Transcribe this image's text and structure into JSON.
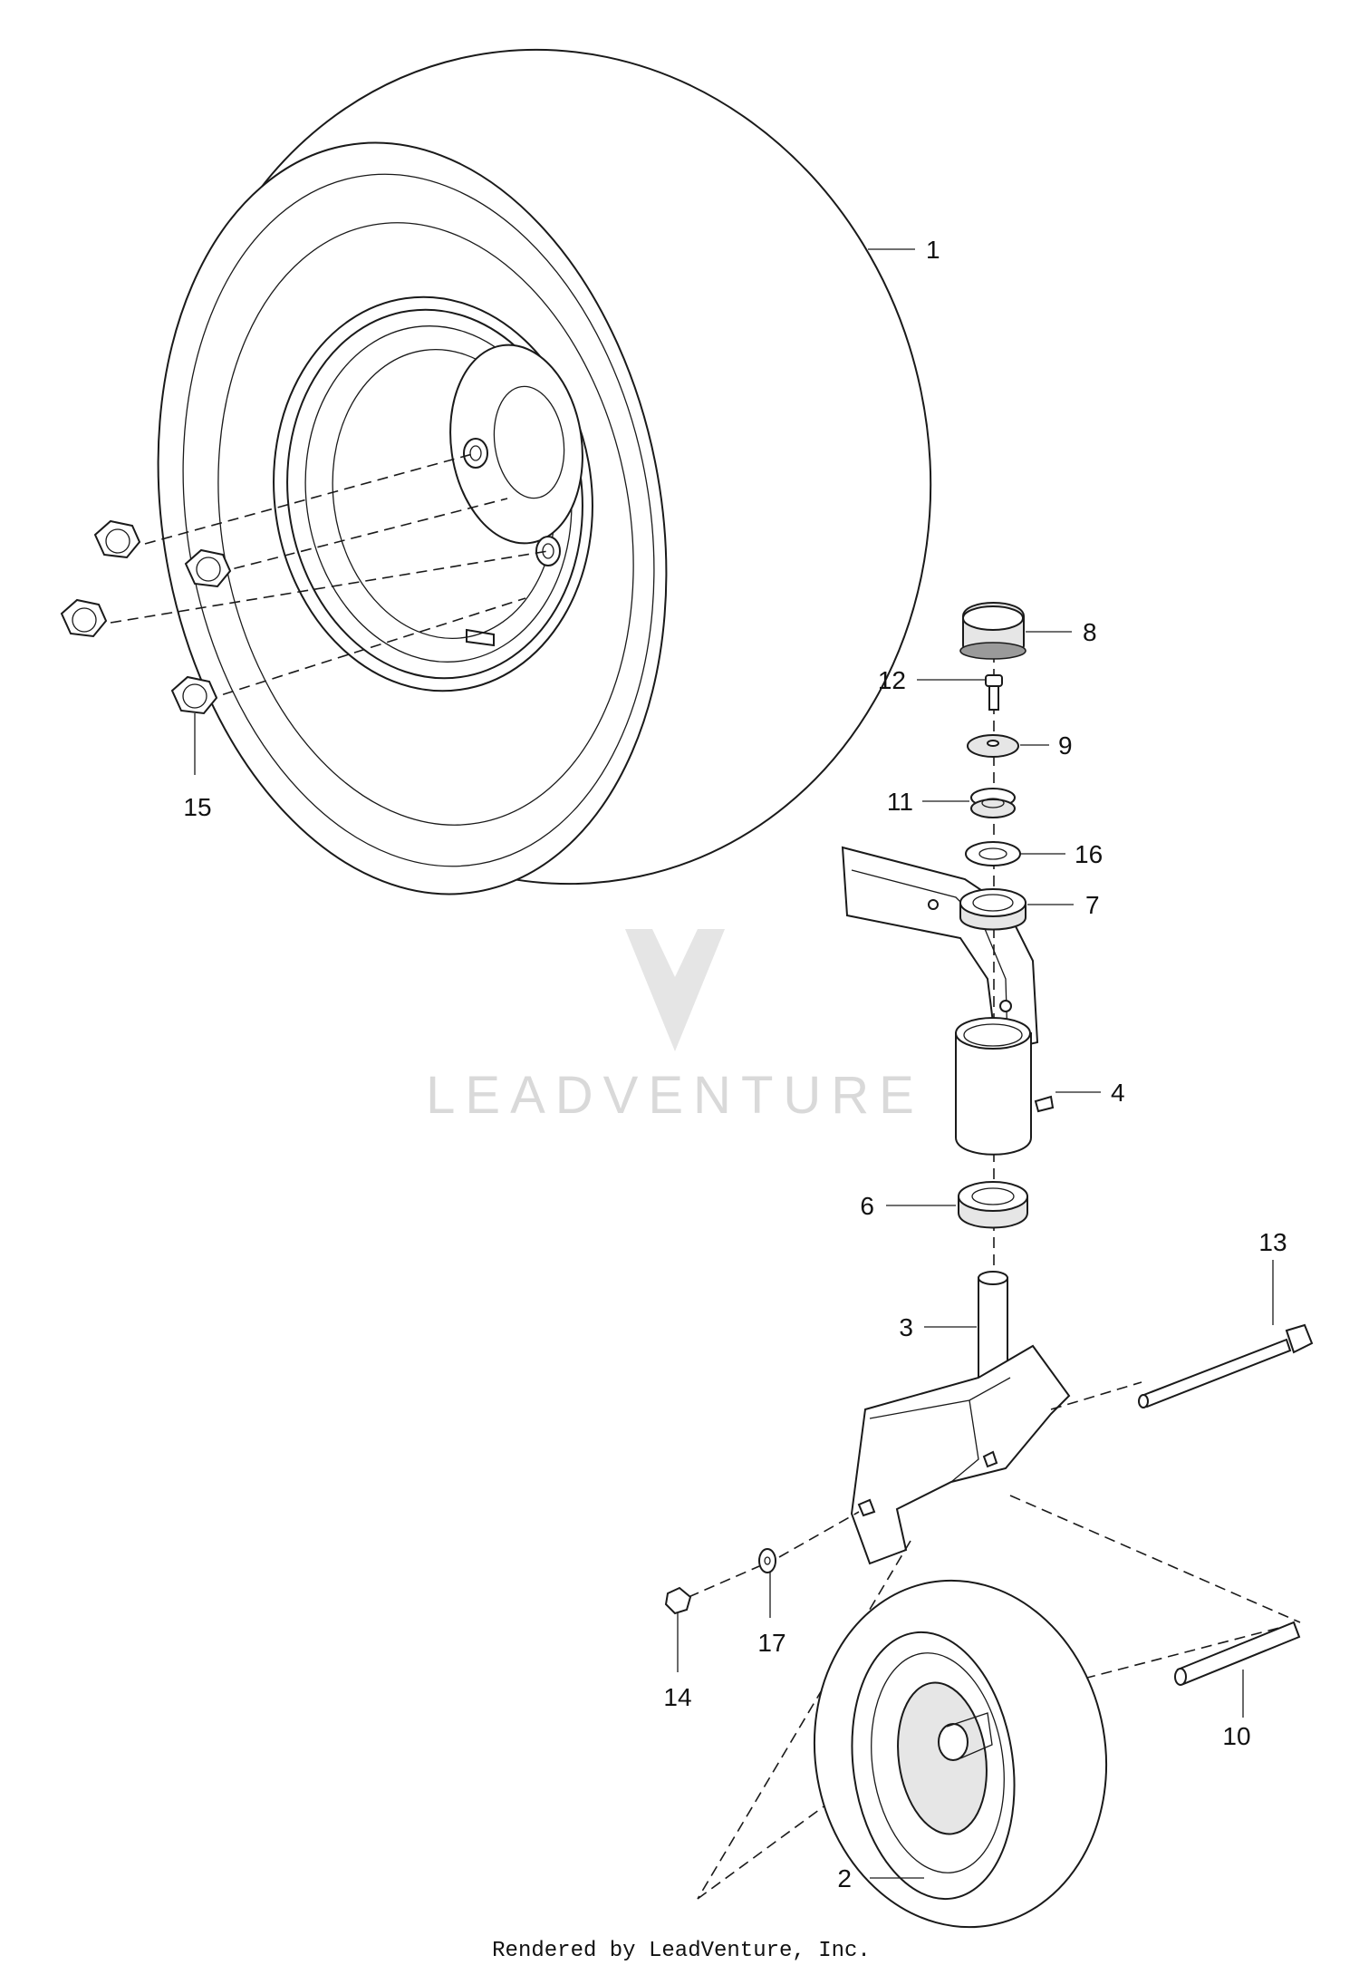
{
  "callouts": [
    {
      "number": "1"
    },
    {
      "number": "2"
    },
    {
      "number": "3"
    },
    {
      "number": "4"
    },
    {
      "number": "6"
    },
    {
      "number": "7"
    },
    {
      "number": "8"
    },
    {
      "number": "9"
    },
    {
      "number": "10"
    },
    {
      "number": "11"
    },
    {
      "number": "12"
    },
    {
      "number": "13"
    },
    {
      "number": "14"
    },
    {
      "number": "15"
    },
    {
      "number": "16"
    },
    {
      "number": "17"
    }
  ],
  "watermark": {
    "text": "LEADVENTURE"
  },
  "footer": {
    "credit": "Rendered by LeadVenture, Inc."
  }
}
